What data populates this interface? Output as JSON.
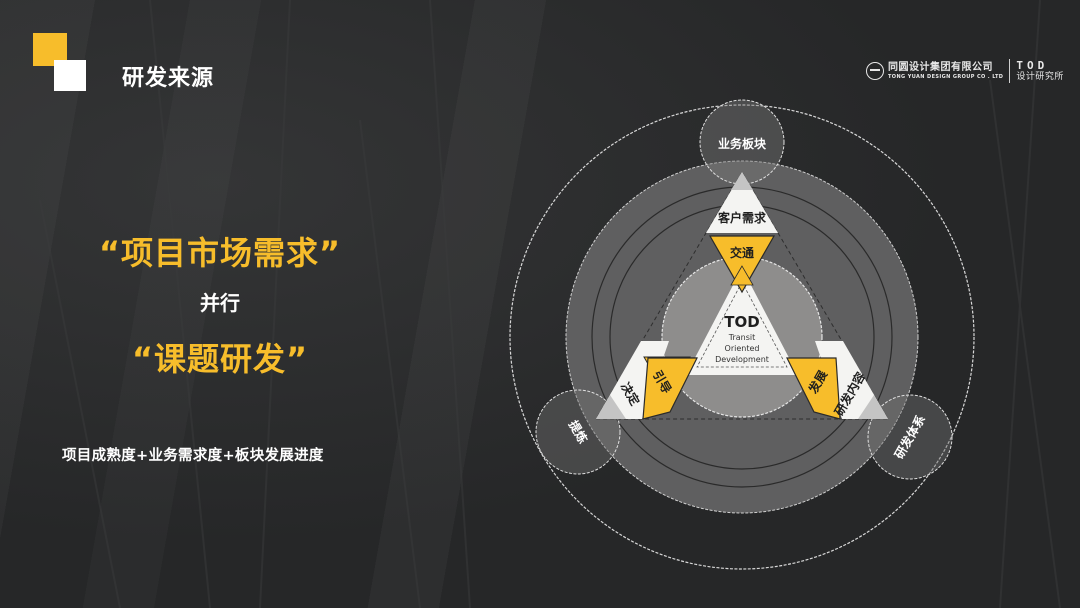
{
  "header": {
    "title": "研发来源",
    "brand": {
      "company_cn": "同圆设计集团有限公司",
      "company_en": "TONG YUAN DESIGN GROUP CO . LTD",
      "unit_mark": "TOD",
      "unit_cn": "设计研究所"
    }
  },
  "headline": {
    "line1": "“项目市场需求”",
    "line2": "并行",
    "line3": "“课题研发”"
  },
  "subtext": "项目成熟度+业务需求度+板块发展进度",
  "diagram": {
    "center": {
      "title": "TOD",
      "line1": "Transit",
      "line2": "Oriented",
      "line3": "Development"
    },
    "satellites": {
      "top": "业务板块",
      "left": "提炼",
      "right": "研发体系"
    },
    "top_corner": {
      "white_label": "客户需求",
      "yellow_label": "交通"
    },
    "left_corner": {
      "white_label": "决定",
      "yellow_label": "引导"
    },
    "right_corner": {
      "white_label": "研发内容",
      "yellow_label": "发展"
    }
  },
  "colors": {
    "accent_yellow": "#f7bd2b",
    "background": "#262728",
    "white": "#ffffff"
  }
}
